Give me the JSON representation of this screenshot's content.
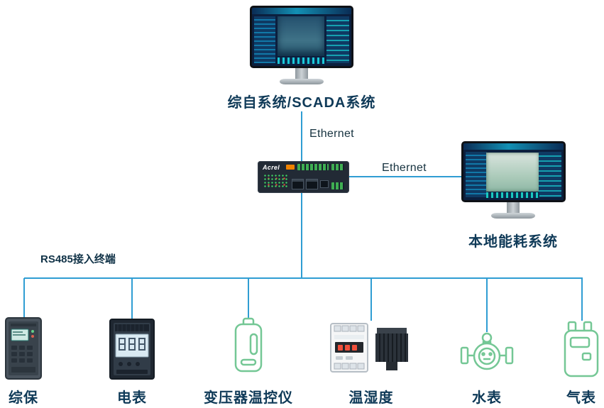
{
  "diagram": {
    "top_monitor_label": "综自系统/SCADA系统",
    "ethernet_vertical_label": "Ethernet",
    "ethernet_horizontal_label": "Ethernet",
    "right_monitor_label": "本地能耗系统",
    "rs485_label": "RS485接入终端",
    "gateway_brand": "Acrel"
  },
  "devices": [
    {
      "name": "protection-relay",
      "label": "综保"
    },
    {
      "name": "energy-meter",
      "label": "电表"
    },
    {
      "name": "transformer-temp-controller",
      "label": "变压器温控仪"
    },
    {
      "name": "temp-humidity",
      "label": "温湿度"
    },
    {
      "name": "water-meter",
      "label": "水表"
    },
    {
      "name": "gas-meter",
      "label": "气表"
    }
  ],
  "colors": {
    "connector_line": "#2f9dd3",
    "label_text": "#0f3a58",
    "device_green": "#74c795"
  }
}
